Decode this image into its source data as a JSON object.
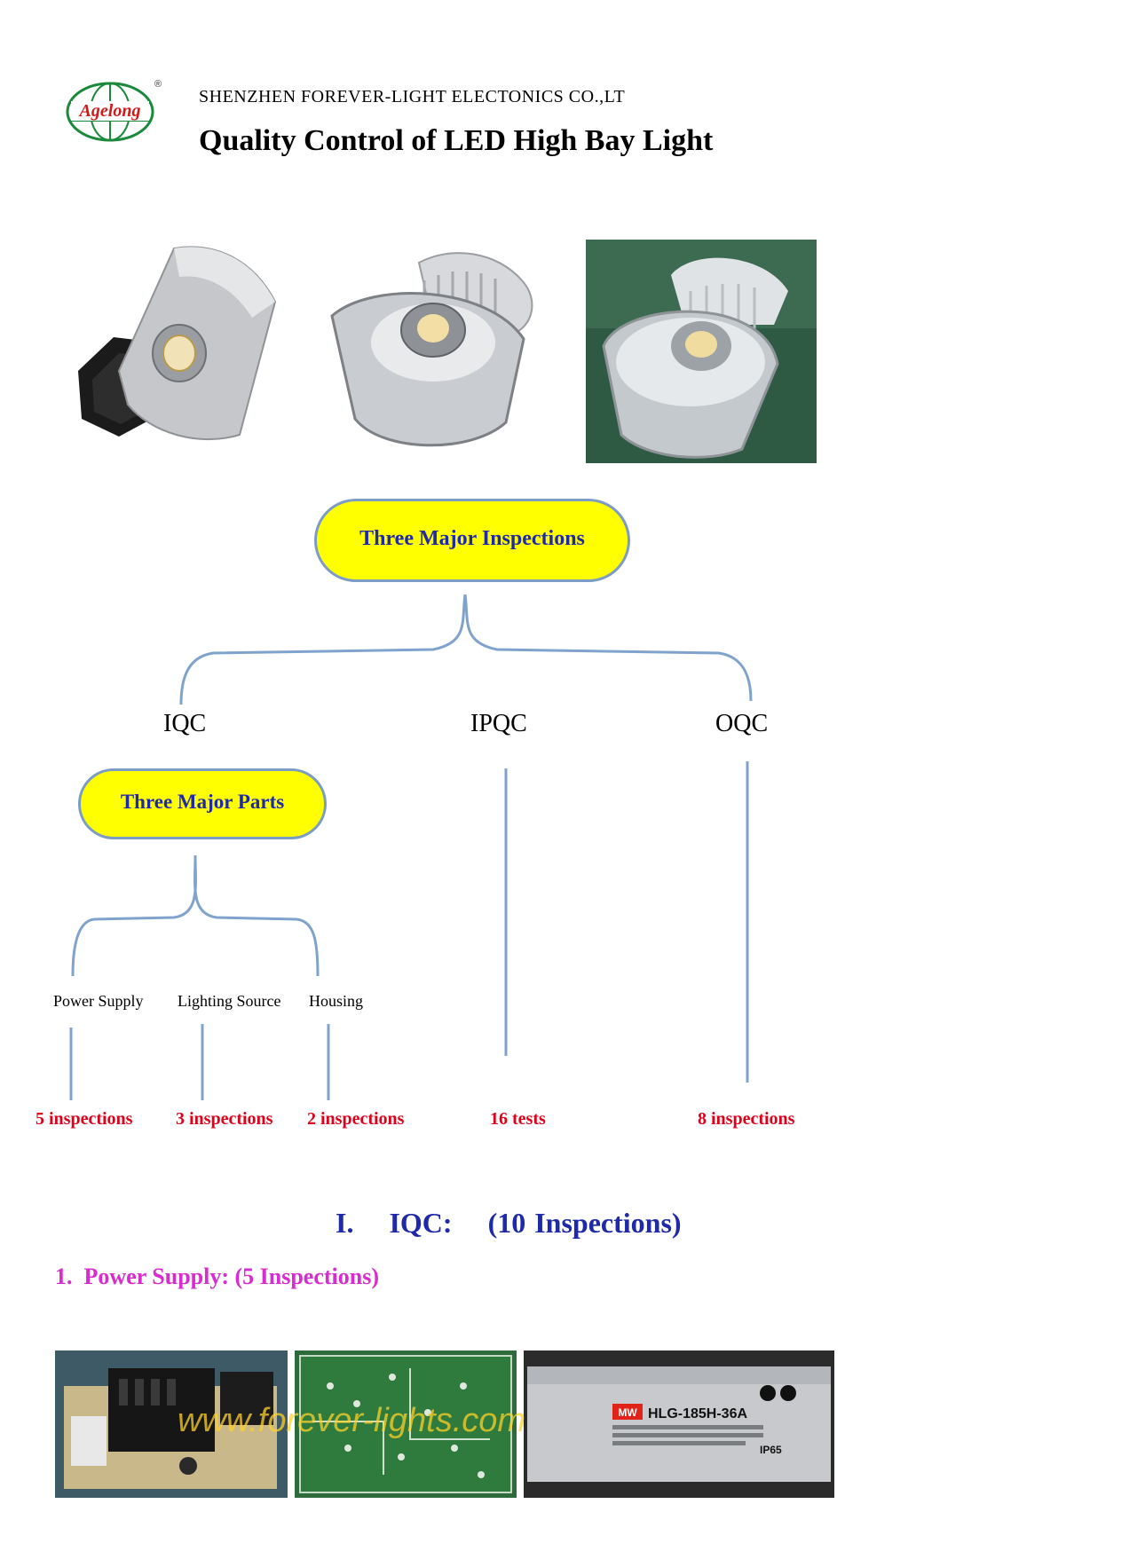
{
  "header": {
    "logo_text": "Agelong",
    "registered_mark": "®",
    "company": "SHENZHEN FOREVER-LIGHT ELECTONICS CO.,LT",
    "title": "Quality Control of LED High Bay Light"
  },
  "photos_top": [
    {
      "name": "high-bay-light-black-heatsink-photo"
    },
    {
      "name": "high-bay-light-silver-heatsink-photo"
    },
    {
      "name": "high-bay-light-green-background-photo"
    }
  ],
  "diagram": {
    "root": "Three Major Inspections",
    "branches": [
      "IQC",
      "IPQC",
      "OQC"
    ],
    "iqc_sub_root": "Three Major Parts",
    "parts": [
      "Power Supply",
      "Lighting Source",
      "Housing"
    ],
    "counts": {
      "power_supply": "5 inspections",
      "lighting_source": "3 inspections",
      "housing": "2 inspections",
      "ipqc": "16 tests",
      "oqc": "8 inspections"
    }
  },
  "section_heading": "I.    IQC:    (10 Inspections)",
  "subsection_heading": "1.  Power Supply: (5 Inspections)",
  "photos_bottom": {
    "watermark": "www.forever-lights.com",
    "label_model": "HLG-185H-36A",
    "label_brand": "MW",
    "label_ip": "IP65"
  }
}
